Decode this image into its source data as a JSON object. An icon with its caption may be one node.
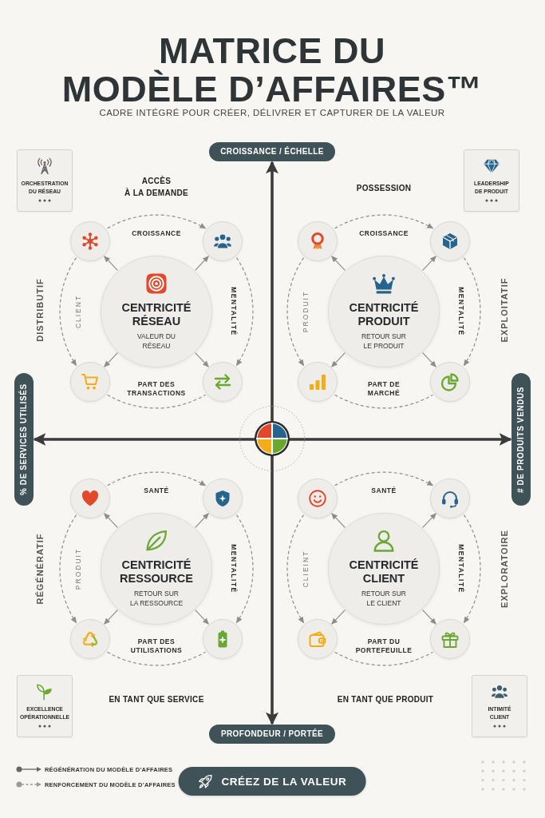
{
  "diagram": {
    "title": "MATRICE DU MODÈLE D’AFFAIRES™",
    "nodes": [
      {
        "text": [
          "CROISSANCE / ÉCHELLE"
        ]
      },
      {
        "text": [
          "ORCHESTRATION DU RÉSEAU"
        ]
      },
      {
        "text": [
          "LEADERSHIP DE PRODUIT"
        ]
      },
      {
        "text": [],
        "shape": "circle"
      },
      {
        "text": [],
        "shape": "circle"
      },
      {
        "text": [
          "CENTRICITÉ RÉSEAU",
          "VALEUR DU RÉSEAU"
        ]
      },
      {
        "text": [],
        "shape": "circle"
      },
      {
        "text": [],
        "shape": "circle"
      },
      {
        "text": [],
        "shape": "circle"
      },
      {
        "text": [],
        "shape": "circle"
      },
      {
        "text": [
          "CENTRICITÉ PRODUIT",
          "RETOUR SUR LE PRODUIT"
        ]
      },
      {
        "text": [],
        "shape": "circle"
      },
      {
        "text": [],
        "shape": "circle"
      },
      {
        "text": [
          "% DE SERVICES UTILISÉS"
        ]
      },
      {
        "text": [
          "# DE PRODUITS VENDUS"
        ]
      },
      {
        "text": [],
        "shape": "circle"
      },
      {
        "text": [],
        "shape": "circle"
      },
      {
        "text": [
          "CENTRICITÉ RESSOURCE",
          "RETOUR SUR LA RESSOURCE"
        ]
      },
      {
        "text": [],
        "shape": "circle"
      },
      {
        "text": [],
        "shape": "circle"
      },
      {
        "text": [],
        "shape": "circle"
      },
      {
        "text": [],
        "shape": "circle"
      },
      {
        "text": [
          "CENTRICITÉ CLIENT",
          "RETOUR SUR LE CLIENT"
        ]
      },
      {
        "text": [],
        "shape": "circle"
      },
      {
        "text": [],
        "shape": "circle"
      },
      {
        "text": [
          "EXCELLENCE OPÉRATIONNELLE"
        ]
      },
      {
        "text": [
          "INTIMITÉ CLIENT"
        ]
      },
      {
        "text": [
          "PROFONDEUR / PORTÉE"
        ]
      },
      {
        "text": [
          "CRÉEZ DE LA VALEUR"
        ]
      }
    ],
    "edges": [
      {
        "from": 3,
        "to": 4,
        "arrow": "to",
        "label": "CROISSANCE",
        "style": "dashed"
      },
      {
        "from": 4,
        "to": 7,
        "arrow": "to",
        "label": "MENTALITÉ",
        "style": "dashed"
      },
      {
        "from": 6,
        "to": 7,
        "arrow": "none",
        "label": "PART DES TRANSACTIONS",
        "style": "dashed"
      },
      {
        "from": 3,
        "to": 6,
        "arrow": "to",
        "label": "CLIENT",
        "style": "dashed"
      },
      {
        "from": 5,
        "to": 3,
        "arrow": "to"
      },
      {
        "from": 5,
        "to": 4,
        "arrow": "to"
      },
      {
        "from": 5,
        "to": 6,
        "arrow": "to"
      },
      {
        "from": 5,
        "to": 7,
        "arrow": "to"
      },
      {
        "from": 8,
        "to": 9,
        "arrow": "to",
        "label": "CROISSANCE",
        "style": "dashed"
      },
      {
        "from": 9,
        "to": 12,
        "arrow": "to",
        "label": "MENTALITÉ",
        "style": "dashed"
      },
      {
        "from": 11,
        "to": 12,
        "arrow": "none",
        "label": "PART DE MARCHÉ",
        "style": "dashed"
      },
      {
        "from": 8,
        "to": 11,
        "arrow": "to",
        "label": "PRODUIT",
        "style": "dashed"
      },
      {
        "from": 10,
        "to": 8,
        "arrow": "to"
      },
      {
        "from": 10,
        "to": 9,
        "arrow": "to"
      },
      {
        "from": 10,
        "to": 11,
        "arrow": "to"
      },
      {
        "from": 10,
        "to": 12,
        "arrow": "to"
      },
      {
        "from": 15,
        "to": 16,
        "arrow": "to",
        "label": "SANTÉ",
        "style": "dashed"
      },
      {
        "from": 16,
        "to": 19,
        "arrow": "to",
        "label": "MENTALITÉ",
        "style": "dashed"
      },
      {
        "from": 18,
        "to": 19,
        "arrow": "none",
        "label": "PART DES UTILISATIONS",
        "style": "dashed"
      },
      {
        "from": 15,
        "to": 18,
        "arrow": "to",
        "label": "PRODUIT",
        "style": "dashed"
      },
      {
        "from": 17,
        "to": 15,
        "arrow": "to"
      },
      {
        "from": 17,
        "to": 16,
        "arrow": "to"
      },
      {
        "from": 17,
        "to": 18,
        "arrow": "to"
      },
      {
        "from": 17,
        "to": 19,
        "arrow": "to"
      },
      {
        "from": 20,
        "to": 21,
        "arrow": "to",
        "label": "SANTÉ",
        "style": "dashed"
      },
      {
        "from": 21,
        "to": 24,
        "arrow": "to",
        "label": "MENTALITÉ",
        "style": "dashed"
      },
      {
        "from": 23,
        "to": 24,
        "arrow": "none",
        "label": "PART DU PORTEFEUILLE",
        "style": "dashed"
      },
      {
        "from": 20,
        "to": 23,
        "arrow": "to",
        "label": "CLIEINT",
        "style": "dashed"
      },
      {
        "from": 22,
        "to": 20,
        "arrow": "to"
      },
      {
        "from": 22,
        "to": 21,
        "arrow": "to"
      },
      {
        "from": 22,
        "to": 23,
        "arrow": "to"
      },
      {
        "from": 22,
        "to": 24,
        "arrow": "to"
      },
      {
        "from": 27,
        "to": 0,
        "arrow": "both",
        "style": "thick",
        "color": "#3b3b3b"
      },
      {
        "from": 13,
        "to": 14,
        "arrow": "both",
        "style": "thick",
        "color": "#3b3b3b"
      }
    ],
    "labels": [
      "CADRE INTÉGRÉ POUR CRÉER, DÉLIVRER ET CAPTURER DE LA VALEUR",
      "ACCÈS À LA DEMANDE",
      "POSSESSION",
      "DISTRIBUTIF",
      "EXPLOITATIF",
      "RÉGÉNÉRATIF",
      "EXPLORATOIRE",
      "EN TANT QUE SERVICE",
      "EN TANT QUE PRODUIT"
    ],
    "legend": [
      {
        "text": "RÉGÉNÉRATION DU MODÈLE D’AFFAIRES"
      },
      {
        "text": "RENFORCEMENT DU MODÈLE D’AFFAIRES"
      }
    ]
  }
}
